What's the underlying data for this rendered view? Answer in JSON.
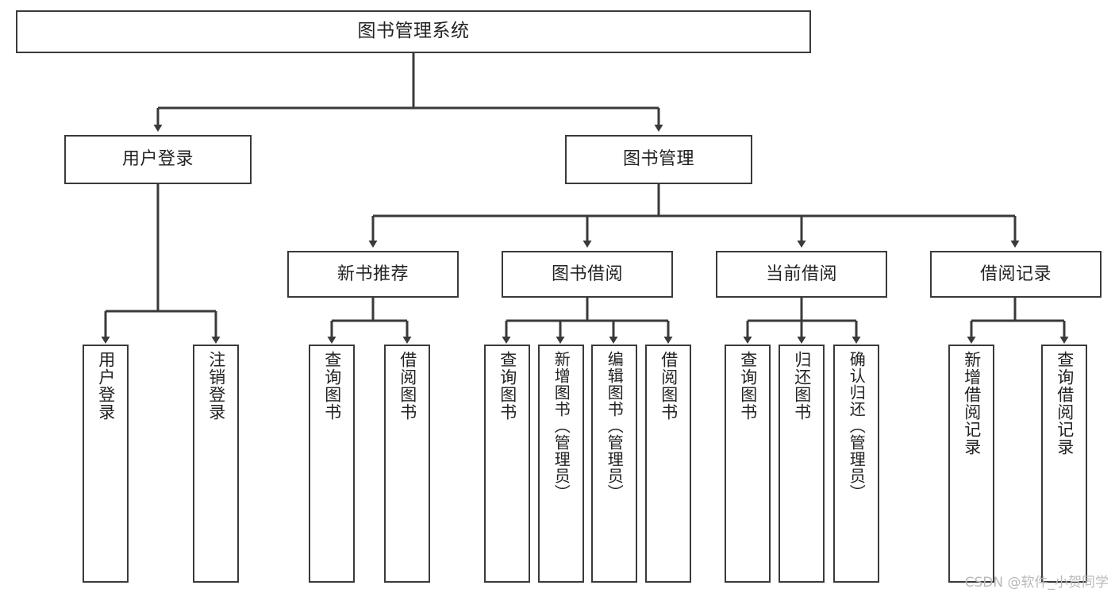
{
  "diagram": {
    "title": "图书管理系统",
    "type": "tree-hierarchy-chart",
    "watermark": "CSDN @软件_小贺同学",
    "stroke_color": "#3a3a3a",
    "text_color": "#232323",
    "background_color": "#ffffff"
  },
  "nodes": {
    "root": {
      "label": "图书管理系统"
    },
    "level2": [
      {
        "label": "用户登录"
      },
      {
        "label": "图书管理"
      }
    ],
    "level3": [
      {
        "label": "新书推荐"
      },
      {
        "label": "图书借阅"
      },
      {
        "label": "当前借阅"
      },
      {
        "label": "借阅记录"
      }
    ],
    "leaves_user_login": [
      {
        "label": "用户登录"
      },
      {
        "label": "注销登录"
      }
    ],
    "leaves_new_book": [
      {
        "label": "查询图书"
      },
      {
        "label": "借阅图书"
      }
    ],
    "leaves_borrow": [
      {
        "label": "查询图书"
      },
      {
        "label": "新增图书（管理员）"
      },
      {
        "label": "编辑图书（管理员）"
      },
      {
        "label": "借阅图书"
      }
    ],
    "leaves_current": [
      {
        "label": "查询图书"
      },
      {
        "label": "归还图书"
      },
      {
        "label": "确认归还（管理员）"
      }
    ],
    "leaves_records": [
      {
        "label": "新增借阅记录"
      },
      {
        "label": "查询借阅记录"
      }
    ]
  }
}
